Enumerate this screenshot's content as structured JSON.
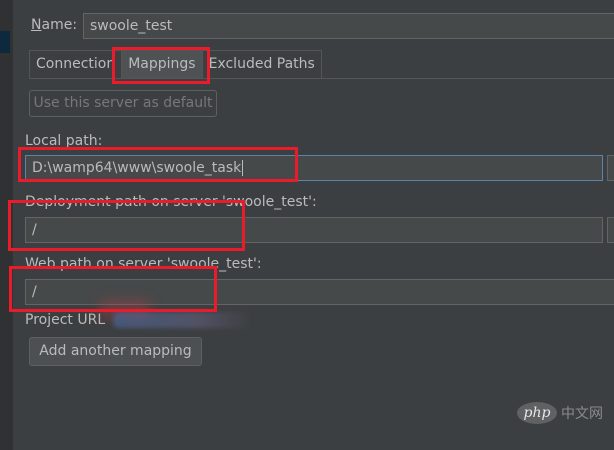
{
  "server": {
    "name_label": "Name:",
    "name_value": "swoole_test"
  },
  "tabs": [
    {
      "label": "Connection",
      "selected": false
    },
    {
      "label": "Mappings",
      "selected": true
    },
    {
      "label": "Excluded Paths",
      "selected": false
    }
  ],
  "default_button": "Use this server as default",
  "mapping": {
    "local_path_label": "Local path:",
    "local_path_value": "D:\\wamp64\\www\\swoole_task",
    "deployment_path_label": "Deployment path on server 'swoole_test':",
    "deployment_path_value": "/",
    "web_path_label": "Web path on server 'swoole_test':",
    "web_path_value": "/",
    "project_url_label": "Project URL"
  },
  "add_mapping_button": "Add another mapping",
  "watermark": {
    "logo": "php",
    "text": "中文网"
  },
  "colors": {
    "background": "#3c3f41",
    "field_bg": "#45494a",
    "text": "#bbbbbb",
    "highlight": "#ea1b2a",
    "focus_border": "#5a84ad"
  }
}
